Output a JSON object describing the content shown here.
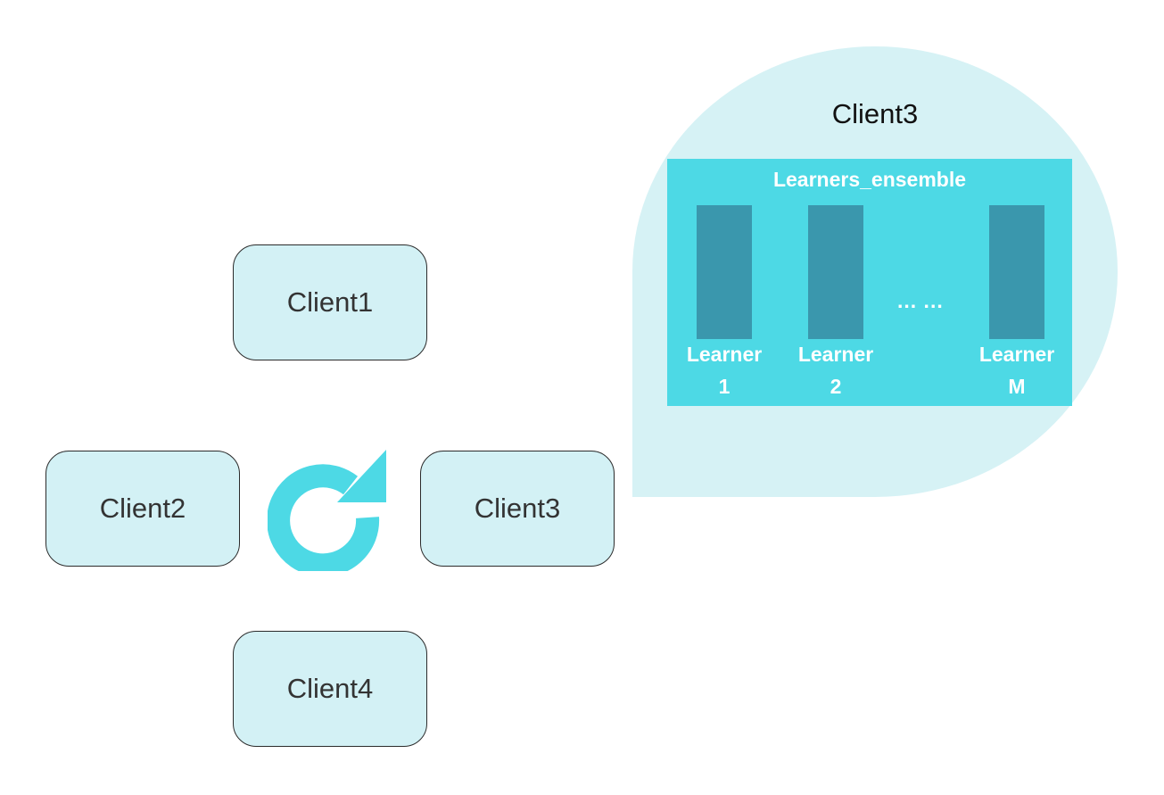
{
  "clients": {
    "client1": "Client1",
    "client2": "Client2",
    "client3": "Client3",
    "client4": "Client4"
  },
  "cycle_icon": {
    "name": "refresh-cycle-icon",
    "color": "#4dd9e5"
  },
  "detail": {
    "title": "Client3",
    "ensemble_title": "Learners_ensemble",
    "ellipsis": "... ...",
    "learners": [
      {
        "line1": "Learner",
        "line2": "1"
      },
      {
        "line1": "Learner",
        "line2": "2"
      },
      {
        "line1": "Learner",
        "line2": "M"
      }
    ]
  },
  "colors": {
    "client_fill": "#d3f1f5",
    "bubble_fill": "#d6f2f5",
    "ensemble_fill": "#4dd9e5",
    "learner_fill": "#3a97ad"
  }
}
